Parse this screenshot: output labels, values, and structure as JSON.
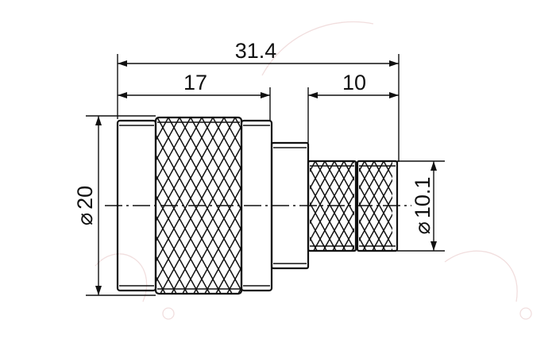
{
  "dimensions": {
    "overall_length": "31.4",
    "body_length": "17",
    "crimp_length": "10",
    "body_diameter": "20",
    "crimp_diameter": "10.1",
    "diameter_symbol": "⌀"
  },
  "colors": {
    "line": "#111111",
    "background": "#ffffff",
    "watermark": "#f1dede"
  }
}
